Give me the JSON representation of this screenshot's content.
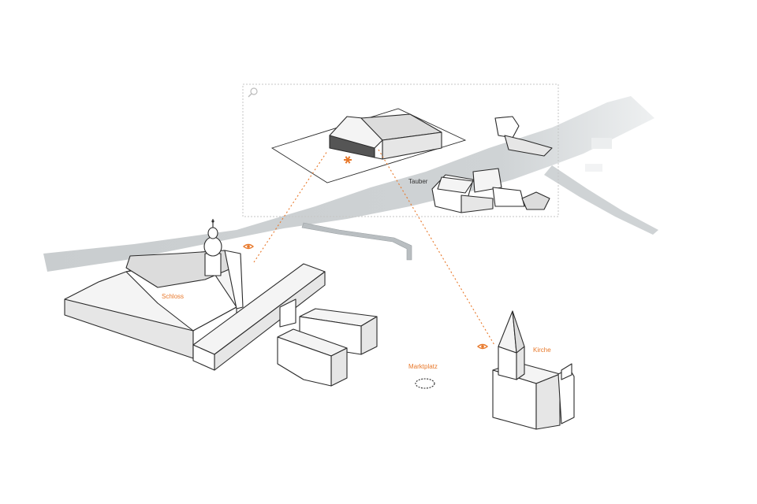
{
  "labels": {
    "river": "Tauber",
    "castle": "Schloss",
    "church": "Kirche",
    "square": "Marktplatz"
  },
  "icons": {
    "zoom": "magnifier-icon",
    "viewpoint": "eye-icon",
    "focus": "asterisk-icon"
  },
  "colors": {
    "accent": "#e8782a",
    "river": "#c9cdcf",
    "outline": "#2a2a2a"
  }
}
